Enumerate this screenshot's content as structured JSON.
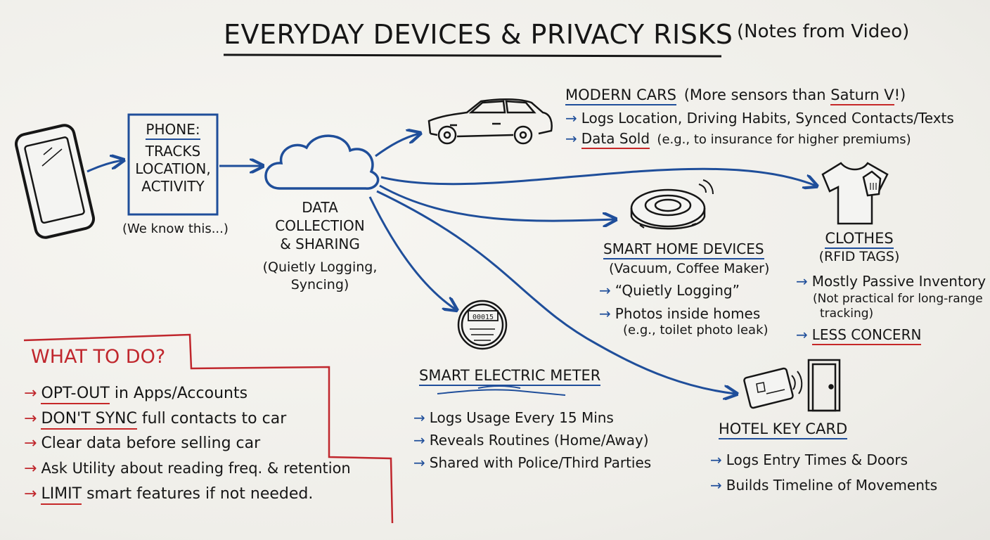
{
  "title": "EVERYDAY DEVICES & PRIVACY RISKS",
  "subtitle": "(Notes from Video)",
  "phone": {
    "heading": "PHONE:",
    "lines": [
      "TRACKS",
      "LOCATION,",
      "ACTIVITY"
    ],
    "note": "(We know this...)"
  },
  "cloud": {
    "lines": [
      "DATA",
      "COLLECTION",
      "& SHARING"
    ],
    "note_lines": [
      "(Quietly Logging,",
      "Syncing)"
    ]
  },
  "cars": {
    "heading": "MODERN CARS",
    "aside_pre": "(More sensors than ",
    "aside_hl": "Saturn V",
    "aside_post": "!)",
    "bullet1": "Logs Location, Driving Habits, Synced Contacts/Texts",
    "bullet2_hl": "Data Sold",
    "bullet2_rest": "(e.g., to insurance for higher premiums)"
  },
  "clothes": {
    "heading": "CLOTHES",
    "sub": "(RFID TAGS)",
    "bullet1": "Mostly Passive Inventory",
    "note_lines": [
      "(Not practical for long-range",
      "tracking)"
    ],
    "bullet2": "LESS CONCERN"
  },
  "smarthome": {
    "heading": "SMART HOME DEVICES",
    "sub": "(Vacuum, Coffee Maker)",
    "bullet1": "“Quietly Logging”",
    "bullet2": "Photos inside homes",
    "note": "(e.g., toilet photo leak)"
  },
  "meter": {
    "heading": "SMART ELECTRIC METER",
    "display": "00015",
    "bullets": [
      "Logs Usage Every 15 Mins",
      "Reveals Routines (Home/Away)",
      "Shared with Police/Third Parties"
    ]
  },
  "hotel": {
    "heading": "HOTEL KEY CARD",
    "bullets": [
      "Logs Entry Times & Doors",
      "Builds Timeline of Movements"
    ]
  },
  "todo": {
    "heading": "WHAT TO DO?",
    "items": [
      {
        "hl": "OPT-OUT",
        "rest": "in Apps/Accounts"
      },
      {
        "hl": "DON'T SYNC",
        "rest": "full contacts to car"
      },
      {
        "hl": "",
        "rest": "Clear data before selling car"
      },
      {
        "hl": "",
        "rest": "Ask Utility about reading freq. & retention"
      },
      {
        "hl": "LIMIT",
        "rest": "smart features if not needed."
      }
    ]
  },
  "colors": {
    "ink": "#161616",
    "blue": "#1f4e9a",
    "red": "#c0272d"
  }
}
